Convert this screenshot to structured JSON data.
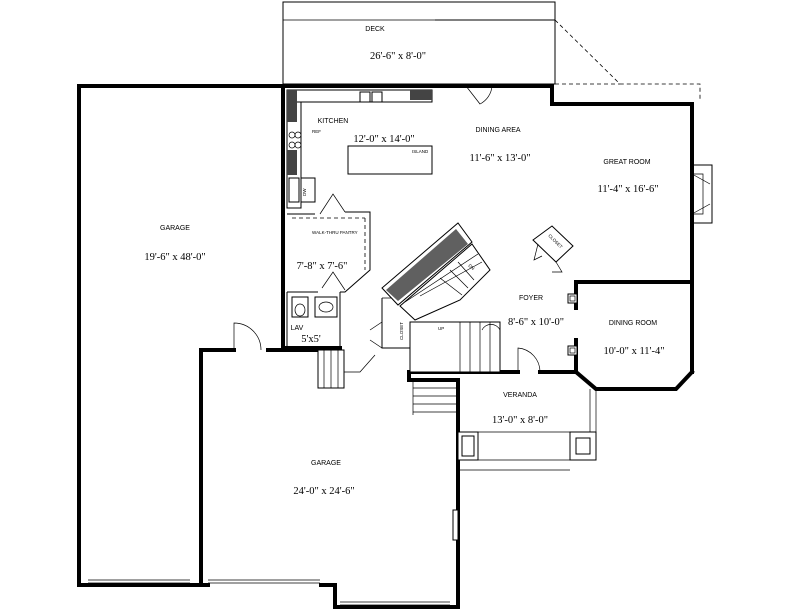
{
  "rooms": {
    "deck": {
      "name": "DECK",
      "size": "26'-6\" x 8'-0\""
    },
    "kitchen": {
      "name": "KITCHEN",
      "size": "12'-0\" x 14'-0\""
    },
    "dining_area": {
      "name": "DINING AREA",
      "size": "11'-6\" x 13'-0\""
    },
    "great_room": {
      "name": "GREAT ROOM",
      "size": "11'-4\" x 16'-6\""
    },
    "garage_side": {
      "name": "GARAGE",
      "size": "19'-6\" x 48'-0\""
    },
    "pantry": {
      "name": "WALK-THRU PANTRY",
      "size": "7'-8\" x 7'-6\""
    },
    "lav": {
      "name": "LAV",
      "size": "5'x5'"
    },
    "foyer": {
      "name": "FOYER",
      "size": "8'-6\" x 10'-0\""
    },
    "dining_room": {
      "name": "DINING ROOM",
      "size": "10'-0\" x 11'-4\""
    },
    "veranda": {
      "name": "VERANDA",
      "size": "13'-0\" x 8'-0\""
    },
    "garage_main": {
      "name": "GARAGE",
      "size": "24'-0\" x 24'-6\""
    }
  },
  "fixtures": {
    "island": "ISLAND",
    "closet": "CLOSET",
    "closet_foyer": "CLOSET",
    "refrigerator": "REF",
    "dishwasher": "DW",
    "up": "UP",
    "down": "DN"
  }
}
